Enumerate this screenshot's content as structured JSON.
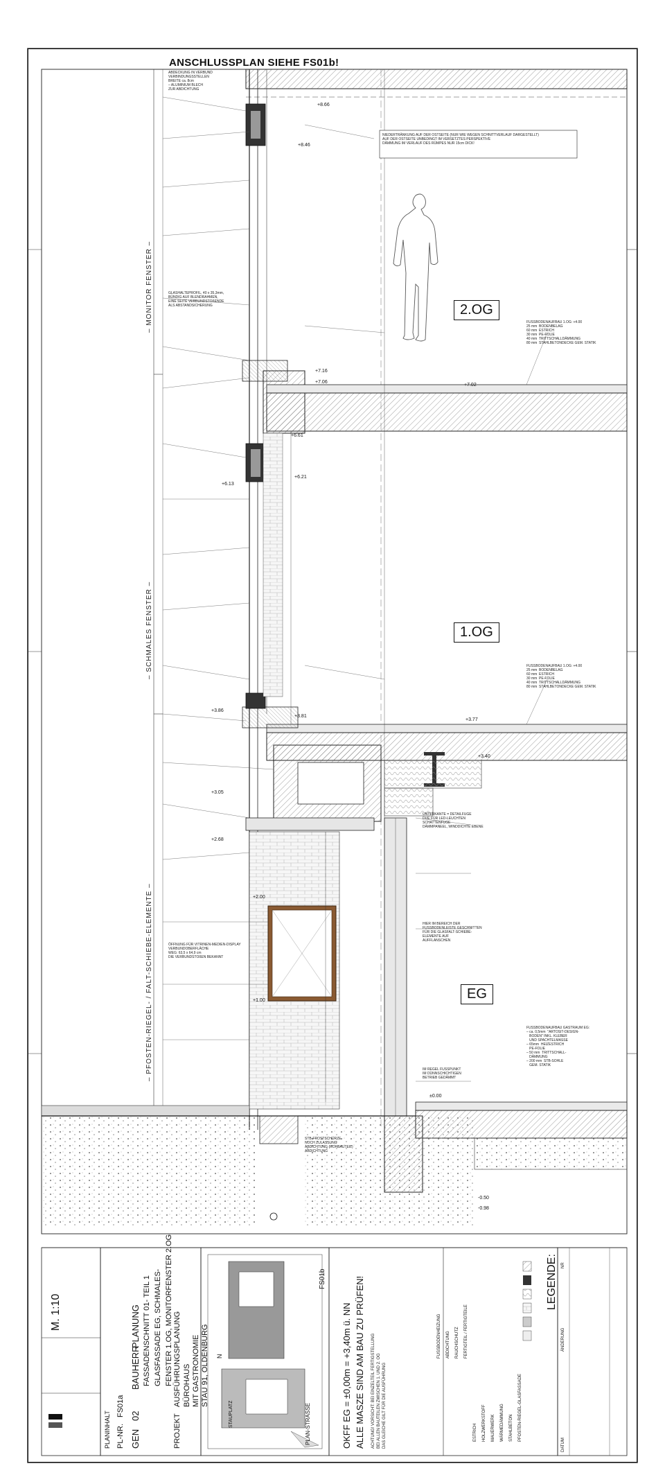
{
  "header": {
    "title": "ANSCHLUSSPLAN SIEHE FS01b!"
  },
  "levels": [
    {
      "key": "og2",
      "label": "2.OG"
    },
    {
      "key": "og1",
      "label": "1.OG"
    },
    {
      "key": "eg",
      "label": "EG"
    }
  ],
  "vertical_labels": {
    "upper": "– MONITOR FENSTER –",
    "middle": "– SCHMALES FENSTER –",
    "lower": "– PFOSTEN-RIEGEL- / FALT-SCHIEBE-ELEMENTE –"
  },
  "elevations": {
    "e1": "+8.66",
    "e2": "+8.46",
    "e3": "+7.16",
    "e4": "+7.06",
    "e5": "+7.02",
    "e6": "+6.61",
    "e7": "+6.21",
    "e8": "+6.13",
    "e9": "+3.86",
    "e10": "+3.81",
    "e11": "+3.77",
    "e12": "+3.40",
    "e13": "+3.05",
    "e14": "+2.68",
    "e15": "+2.00",
    "e16": "+1.00",
    "e17": "±0.00",
    "e18": "-0.50",
    "e19": "-0.98"
  },
  "notes": {
    "facade_note": "NIEDERTRÄNKUNG AUF DER OSTSEITE (NUR WIE WEGEN SCHNITTVERLAUF DARGESTELLT)\nAUF DER OSTSEITE UNBEDINGT IM VERSETZTES PERSPEKTIVE\nDÄMMUNG IM VERLAUF DES RÜMPES NUR 15cm DICK!",
    "floor_2og": "FUSSBODENAUFBAU 1.OG: +4.00\n25 mm  BODENBELAG\n60 mm  ESTRICH\n30 mm  PE-FOLIE\n40 mm  TRITTSCHALLDÄMMUNG\n80 mm  STAHLBETONDECKE GEM. STATIK",
    "floor_1og": "FUSSBODENAUFBAU 1.OG: +4.00\n25 mm  BODENBELAG\n60 mm  ESTRICH\n30 mm  PE-FOLIE\n40 mm  TRITTSCHALLDÄMMUNG\n80 mm  STAHLBETONDECKE GEM. STATIK",
    "floor_eg": "FUSSBODENAUFBAU GASTRAUM EG:\n– ca. 0,5mm  \"ARTOSIT-DESIGN-\n   BODEN\" INKL. KLEBER\n   UND SPACHTELMASSE\n– 65mm  HEIZESTRICH\n   PE-FOLIE\n– 50 mm  TRITTSCHALL-\n   DÄMMUNG\n– 200 mm  STB-SOHLE\n   GEM. STATIK",
    "left_top": "ABDECKUNG IN VERBUND\nVERBINDUNGSSTELLEN\nBREITE ca. 8cm\n– ALUMINIUM BLECH\nZUR ABDICHTUNG",
    "left_mid": "GLASHALTEPROFIL, 40 x 35,3mm,\nBÜNDIG AUF BLENDRAHMEN,\nEINE SEITE VERBUNDSTOßENDE\nALS ABSTANDSICHERUNG",
    "left_low": "ÖFFNUNG FÜR VITRINEN-MEDIEN-DISPLAY\nVERBUNDOBERFLÄCHE\nWEG: 63,5 x 64,9 cm\nDIE VERBUNDSTOßEN BEKANNT",
    "right_mid": "UNTERKANTE = DETAILFUGE\nDUE FÜR LED-LEUCHTEN\nSCHATTENFUGE\nDÄMMPANEEL, WINDDICHTE EBENE",
    "right_low": "HIER IM BEREICH DER\nFUSSBODENLEISTE GESCHNITTEN\nFÜR DIE GLASFALT-SCHIEBE-\nELEMENTE AUF\nAUFFLANSCHEN",
    "bottom_right": "IM REGEL FUSSPUNKT\nIM DÜNNSCHICHTIGEN\nBETRIEB GEDÄMMT",
    "bottom_left": "STB-FROSTSCHÜRZE\nNOCH ZULASSUNG\nABDICHTUNG (ROHBAUTEIL)\nABDICHTUNG"
  },
  "legend": {
    "title": "LEGENDE:",
    "items": [
      "PFOSTEN-RIEGEL-GLASFASSADE",
      "STAHLBETON",
      "WÄRMEDÄMMUNG",
      "MAUERWERK",
      "HOLZWERKSTOFF",
      "ESTRICH"
    ],
    "right_items": [
      "FERTIGTEIL / FERTIGTEILE",
      "RAUCHSCHUTZ",
      "ABDICHTUNG",
      "FUSSBODENHEIZUNG"
    ]
  },
  "notes_block": {
    "text": "ACHTUNG! VORSICHT: BEI EINZELTEIL FERTIGSTELLUNG\nBEI ALLEN BAUTEILEN ZWISCHEN 1. UND 2. OG\nDAS GLEICHE GILT FÜR DIE AUSFÜHRUNG",
    "okff": "OKFF EG = ±0,00m = +3,40m ü. NN",
    "check": "ALLE MASZE SIND AM BAU ZU PRÜFEN!"
  },
  "site_plan": {
    "label_top": "FS01b",
    "label_street": "PLAN-STRASSE",
    "label_parking": "STAUPLATZ",
    "label_north": "N"
  },
  "title_block": {
    "project_label": "PROJEKT",
    "project_phase": "AUSFÜHRUNGSPLANUNG",
    "project_name_1": "BÜROHAUS",
    "project_name_2": "MIT GASTRONOMIE",
    "project_address": "STAU 91, OLDENBURG",
    "content_label": "PLANINHALT",
    "content_1": "FASSADENSCHNITT 01- TEIL 1",
    "content_2": "GLASFASSADE EG, SCHMALES-",
    "content_3": "FENSTER 1.OG, MONITORFENSTER 2.OG",
    "plan_nr_label": "PL-NR.",
    "plan_nr": "FS01a",
    "gen_label": "GEN",
    "gen": "02",
    "client": "BAUHERR",
    "phase": "PLANUNG",
    "scale": "M. 1:10"
  },
  "revision_block": {
    "col_nr": "NR",
    "col_change": "ÄNDERUNG",
    "col_date": "DATUM"
  }
}
